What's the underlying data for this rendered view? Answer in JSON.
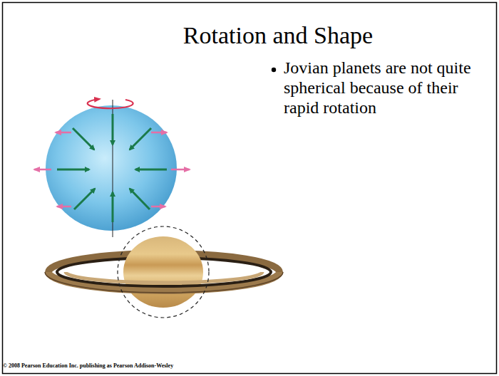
{
  "diagram": {
    "title": "Rotation and Shape",
    "labels": [
      "Jovian planets are not quite spherical because of their rapid rotation",
      "© 2008 Pearson Education Inc. publishing as Pearson Addison-Wesley"
    ]
  }
}
